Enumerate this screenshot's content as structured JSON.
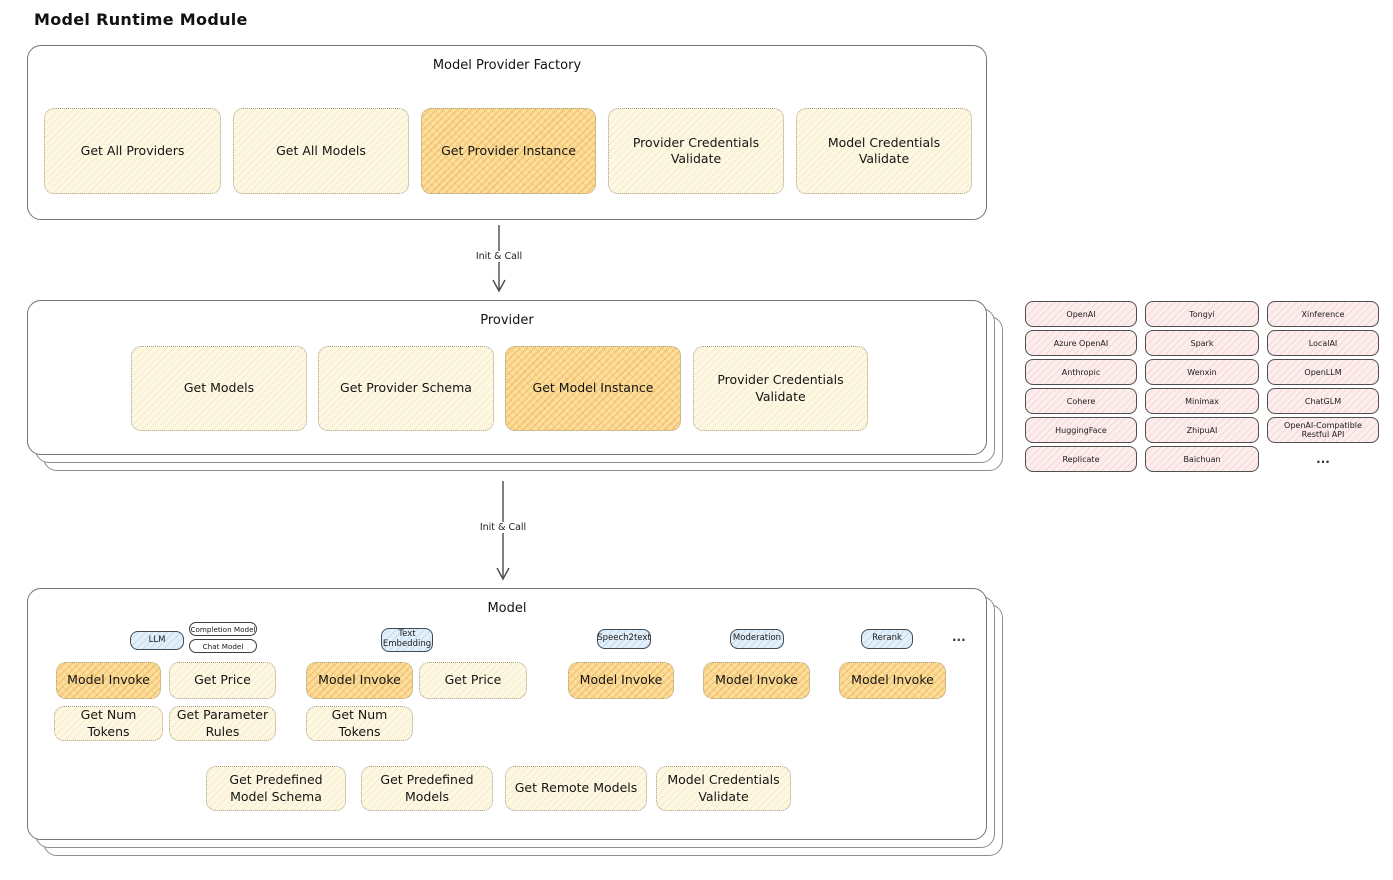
{
  "page": {
    "title": "Model Runtime Module"
  },
  "arrows": {
    "init_call_1": "Init & Call",
    "init_call_2": "Init & Call"
  },
  "factory": {
    "title": "Model Provider Factory",
    "buttons": [
      {
        "label": "Get All Providers"
      },
      {
        "label": "Get All Models"
      },
      {
        "label": "Get Provider Instance"
      },
      {
        "label": "Provider Credentials Validate"
      },
      {
        "label": "Model Credentials Validate"
      }
    ]
  },
  "provider": {
    "title": "Provider",
    "buttons": [
      {
        "label": "Get Models"
      },
      {
        "label": "Get Provider Schema"
      },
      {
        "label": "Get Model Instance"
      },
      {
        "label": "Provider Credentials Validate"
      }
    ]
  },
  "provider_list": {
    "rows": [
      [
        "OpenAI",
        "Tongyi",
        "Xinference"
      ],
      [
        "Azure OpenAI",
        "Spark",
        "LocalAI"
      ],
      [
        "Anthropic",
        "Wenxin",
        "OpenLLM"
      ],
      [
        "Cohere",
        "Minimax",
        "ChatGLM"
      ],
      [
        "HuggingFace",
        "ZhipuAI",
        "OpenAI-Compatible Restful API"
      ],
      [
        "Replicate",
        "Baichuan"
      ]
    ],
    "ellipsis": "..."
  },
  "model": {
    "title": "Model",
    "ellipsis": "...",
    "badges": {
      "llm": "LLM",
      "completion": "Completion Model",
      "chat": "Chat Model",
      "text_embedding": "Text Embedding",
      "speech2text": "Speech2text",
      "moderation": "Moderation",
      "rerank": "Rerank"
    },
    "llm": {
      "invoke": "Model Invoke",
      "get_price": "Get Price",
      "get_num_tokens": "Get Num Tokens",
      "get_parameter_rules": "Get Parameter Rules"
    },
    "text_embedding": {
      "invoke": "Model Invoke",
      "get_price": "Get Price",
      "get_num_tokens": "Get Num Tokens"
    },
    "speech2text": {
      "invoke": "Model Invoke"
    },
    "moderation": {
      "invoke": "Model Invoke"
    },
    "rerank": {
      "invoke": "Model Invoke"
    },
    "common": {
      "get_predefined_model_schema": "Get Predefined Model Schema",
      "get_predefined_models": "Get Predefined Models",
      "get_remote_models": "Get Remote Models",
      "model_credentials_validate": "Model Credentials Validate"
    }
  },
  "colors": {
    "highlight_fill": "#fbdf9e",
    "light_fill": "#fdf8e4",
    "blue_fill": "#e3f0fa",
    "pink_fill": "#fdeeee",
    "box_border": "#757575",
    "text": "#1b1b1b"
  }
}
